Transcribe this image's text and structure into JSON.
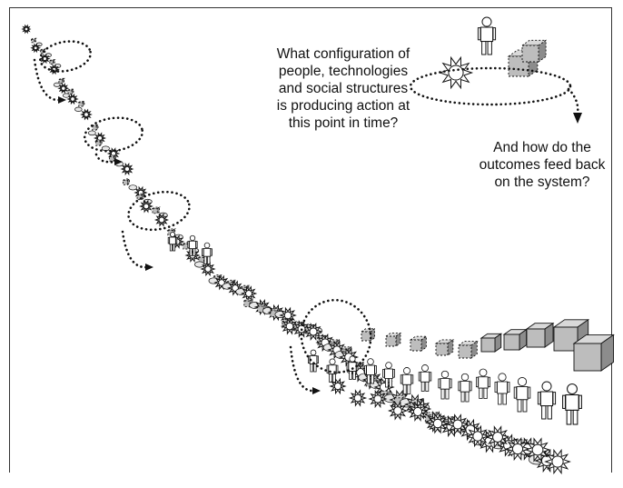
{
  "question_primary": [
    "What configuration of",
    "people, technologies",
    "and social structures",
    "is producing action at",
    "this point in time?"
  ],
  "question_secondary": [
    "And how do the",
    "outcomes feed back",
    "on the system?"
  ],
  "legend_icons": [
    "sun-icon",
    "person-icon",
    "cube-icon"
  ],
  "colors": {
    "line": "#111111",
    "cube_front": "#bdbdbd",
    "cube_top": "#d9d9d9",
    "cube_side": "#8c8c8c",
    "sun_fill": "#ffffff",
    "figure_fill": "#ffffff"
  }
}
